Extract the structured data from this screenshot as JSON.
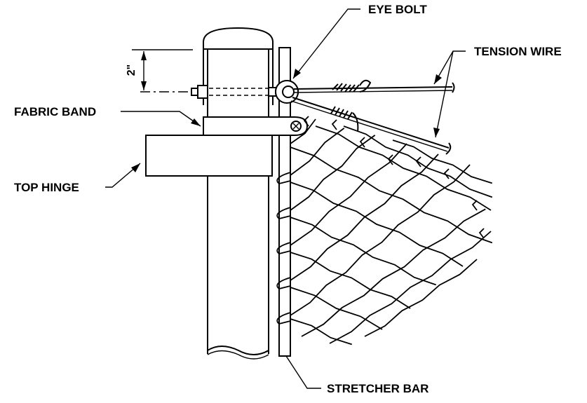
{
  "labels": {
    "eye_bolt": "EYE BOLT",
    "tension_wire": "TENSION WIRE",
    "fabric_band": "FABRIC BAND",
    "top_hinge": "TOP HINGE",
    "stretcher_bar": "STRETCHER BAR",
    "dimension": "2\""
  },
  "colors": {
    "line": "#000000",
    "background": "#ffffff"
  }
}
